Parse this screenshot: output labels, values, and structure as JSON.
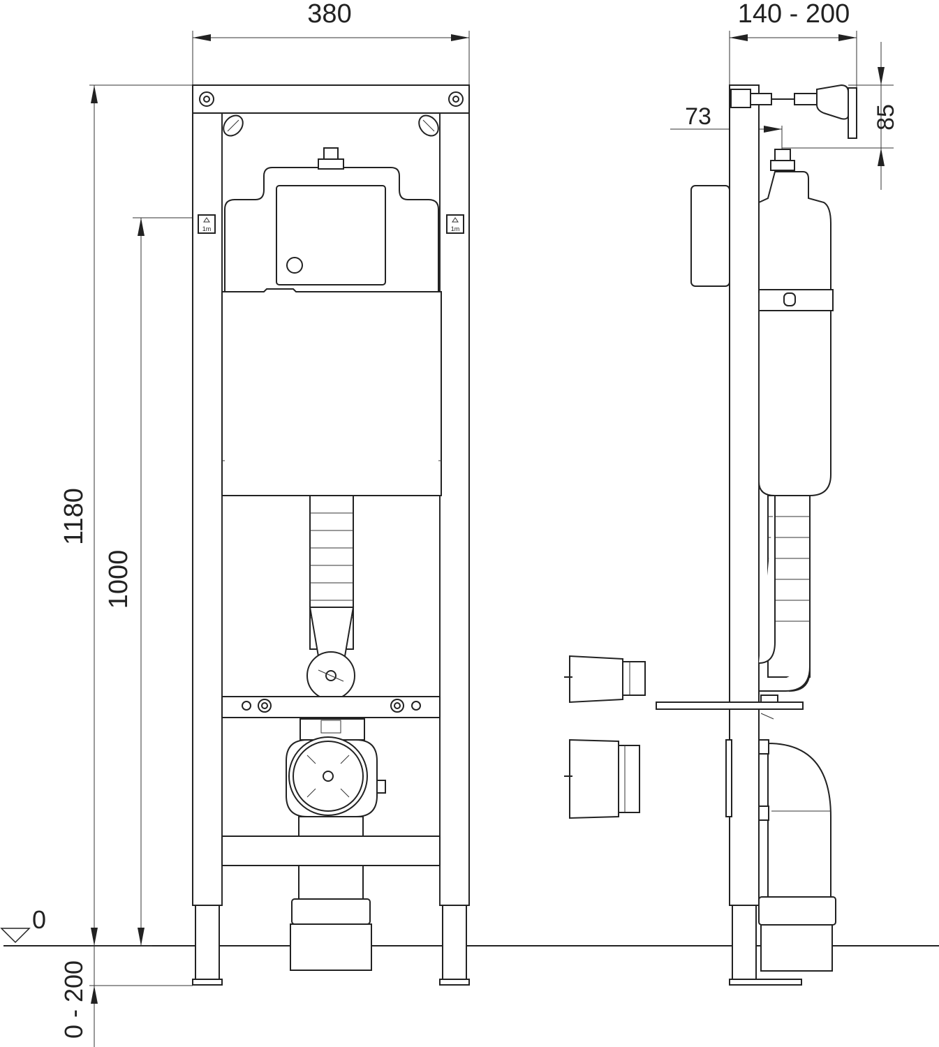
{
  "dimensions": {
    "frame_width": "380",
    "depth_range": "140 - 200",
    "height_total": "1180",
    "height_mount": "1000",
    "offset_73": "73",
    "offset_85": "85",
    "floor_zero": "0",
    "floor_range": "0 - 200"
  },
  "labels": {
    "marker_left": "1m",
    "marker_right": "1m"
  }
}
